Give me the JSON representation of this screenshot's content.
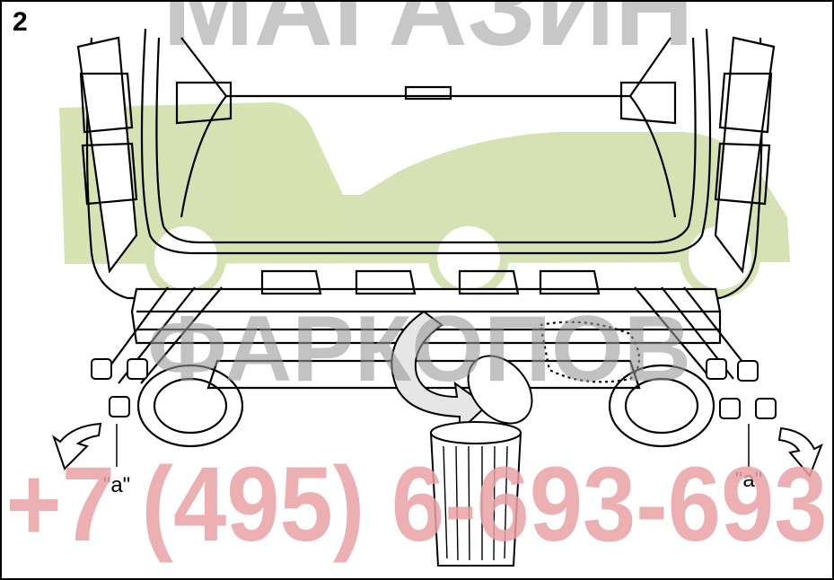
{
  "figure": {
    "step_number": "2",
    "callout_left": "\"a\"",
    "callout_right": "\"a\""
  },
  "watermark": {
    "line1": "МАГАЗИН",
    "line2": "ФАРКОПОВ",
    "phone": "+7 (495) 6-693-693",
    "logo": "car-silhouette-logo",
    "colors": {
      "gray": "#9a9a9a",
      "green": "#c9d99a",
      "red": "#e9a3a6"
    }
  },
  "icons": {
    "arrow_left": "curved-arrow-icon",
    "arrow_right": "curved-arrow-icon",
    "arrow_center": "curved-arrow-icon",
    "bin": "trash-bin-icon"
  }
}
